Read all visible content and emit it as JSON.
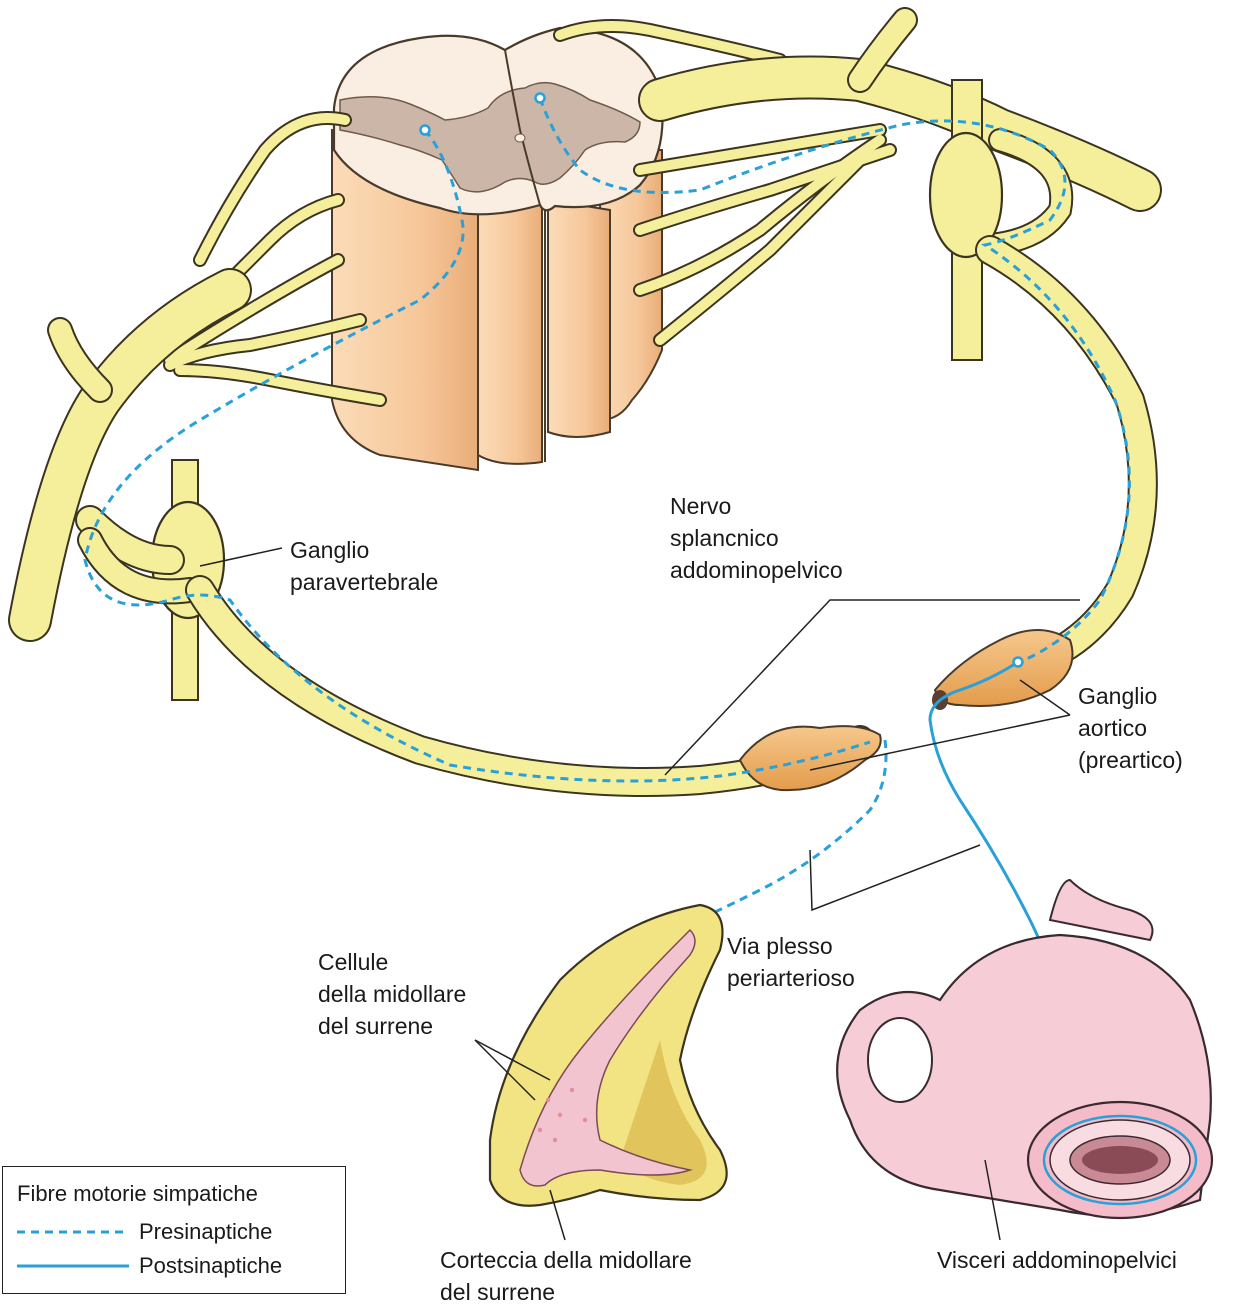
{
  "labels": {
    "ganglio_paravertebrale": [
      "Ganglio",
      "paravertebrale"
    ],
    "nervo_splancnico": [
      "Nervo",
      "splancnico",
      "addominopelvico"
    ],
    "ganglio_aortico": [
      "Ganglio",
      "aortico",
      "(preartico)"
    ],
    "via_plesso": [
      "Via plesso",
      "periarterioso"
    ],
    "cellule_midollare": [
      "Cellule",
      "della midollare",
      "del surrene"
    ],
    "corteccia": [
      "Corteccia della midollare",
      "del surrene"
    ],
    "visceri": [
      "Visceri addominopelvici"
    ]
  },
  "legend": {
    "title": "Fibre motorie simpatiche",
    "presinaptiche": "Presinaptiche",
    "postsinaptiche": "Postsinaptiche"
  },
  "colors": {
    "nerve": "#f5ef9c",
    "nerve_outline": "#3a3420",
    "fiber": "#2aa0d8",
    "cord_white": "#faeee2",
    "cord_gray": "#cbb6a7",
    "cord_column": "#f6c79a",
    "ganglion_orange": "#f0b56a",
    "adrenal_cortex": "#f3e483",
    "adrenal_medulla": "#f2c4cf",
    "viscera": "#f6cdd6"
  }
}
